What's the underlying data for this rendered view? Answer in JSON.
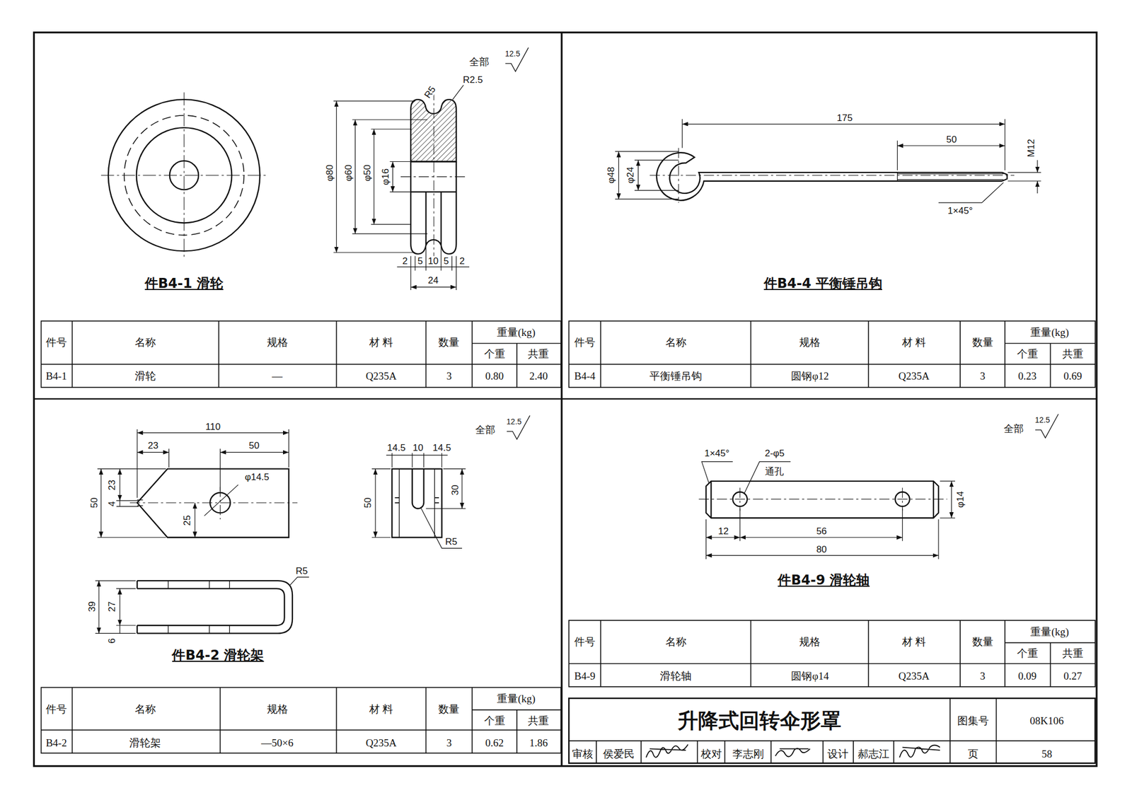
{
  "diagram": {
    "title": "升降式回转伞形罩",
    "labels": [
      "全部",
      "12.5",
      "R2.5",
      "R5",
      "φ80",
      "φ60",
      "φ50",
      "φ16",
      "2",
      "5",
      "10",
      "5",
      "2",
      "24",
      "件B4-1 滑轮",
      "件号",
      "名称",
      "规格",
      "材 料",
      "数量",
      "重量(kg)",
      "个重",
      "共重",
      "B4-1",
      "滑轮",
      "—",
      "Q235A",
      "3",
      "0.80",
      "2.40",
      "175",
      "50",
      "M12",
      "φ48",
      "φ24",
      "1×45°",
      "件B4-4 平衡锤吊钩",
      "件号",
      "名称",
      "规格",
      "材 料",
      "数量",
      "重量(kg)",
      "个重",
      "共重",
      "B4-4",
      "平衡锤吊钩",
      "圆钢φ12",
      "Q235A",
      "3",
      "0.23",
      "0.69",
      "110",
      "23",
      "50",
      "φ14.5",
      "50",
      "23",
      "4",
      "25",
      "全部",
      "12.5",
      "14.5",
      "10",
      "14.5",
      "50",
      "30",
      "R5",
      "R5",
      "39",
      "27",
      "6",
      "件B4-2 滑轮架",
      "件号",
      "名称",
      "规格",
      "材 料",
      "数量",
      "重量(kg)",
      "个重",
      "共重",
      "B4-2",
      "滑轮架",
      "—50×6",
      "Q235A",
      "3",
      "0.62",
      "1.86",
      "全部",
      "12.5",
      "1×45°",
      "2-φ5",
      "通孔",
      "φ14",
      "12",
      "56",
      "80",
      "件B4-9 滑轮轴",
      "件号",
      "名称",
      "规格",
      "材 料",
      "数量",
      "重量(kg)",
      "个重",
      "共重",
      "B4-9",
      "滑轮轴",
      "圆钢φ14",
      "Q235A",
      "3",
      "0.09",
      "0.27",
      "图集号",
      "08K106",
      "审核",
      "侯爱民",
      "校对",
      "李志刚",
      "设计",
      "郝志江",
      "页",
      "58"
    ]
  }
}
